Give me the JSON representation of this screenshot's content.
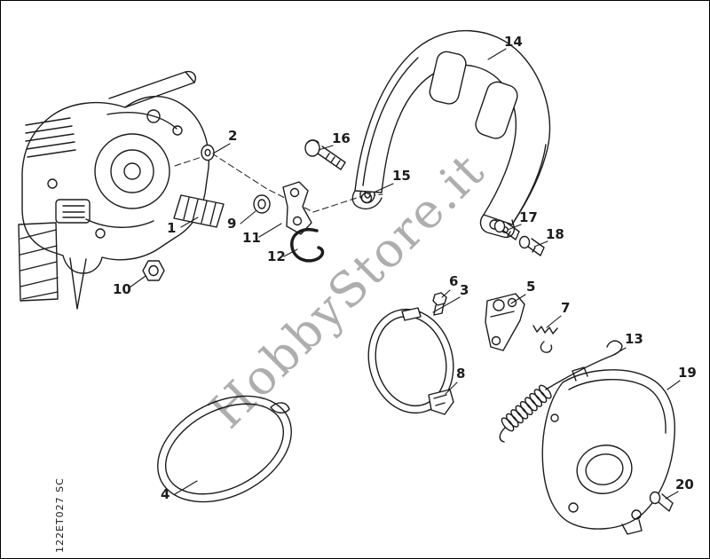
{
  "page": {
    "background": "#ffffff",
    "line_color": "#1c1c1c",
    "watermark_color": "#9a9a9a"
  },
  "watermark": {
    "text": "HobbyStore.it"
  },
  "footer": {
    "drawing_code": "122ET027 SC"
  },
  "parts": [
    {
      "label": "1"
    },
    {
      "label": "2"
    },
    {
      "label": "3"
    },
    {
      "label": "4"
    },
    {
      "label": "5"
    },
    {
      "label": "6"
    },
    {
      "label": "7"
    },
    {
      "label": "8"
    },
    {
      "label": "9"
    },
    {
      "label": "10"
    },
    {
      "label": "11"
    },
    {
      "label": "12"
    },
    {
      "label": "13"
    },
    {
      "label": "14"
    },
    {
      "label": "15"
    },
    {
      "label": "16"
    },
    {
      "label": "17"
    },
    {
      "label": "18"
    },
    {
      "label": "19"
    },
    {
      "label": "20"
    }
  ]
}
